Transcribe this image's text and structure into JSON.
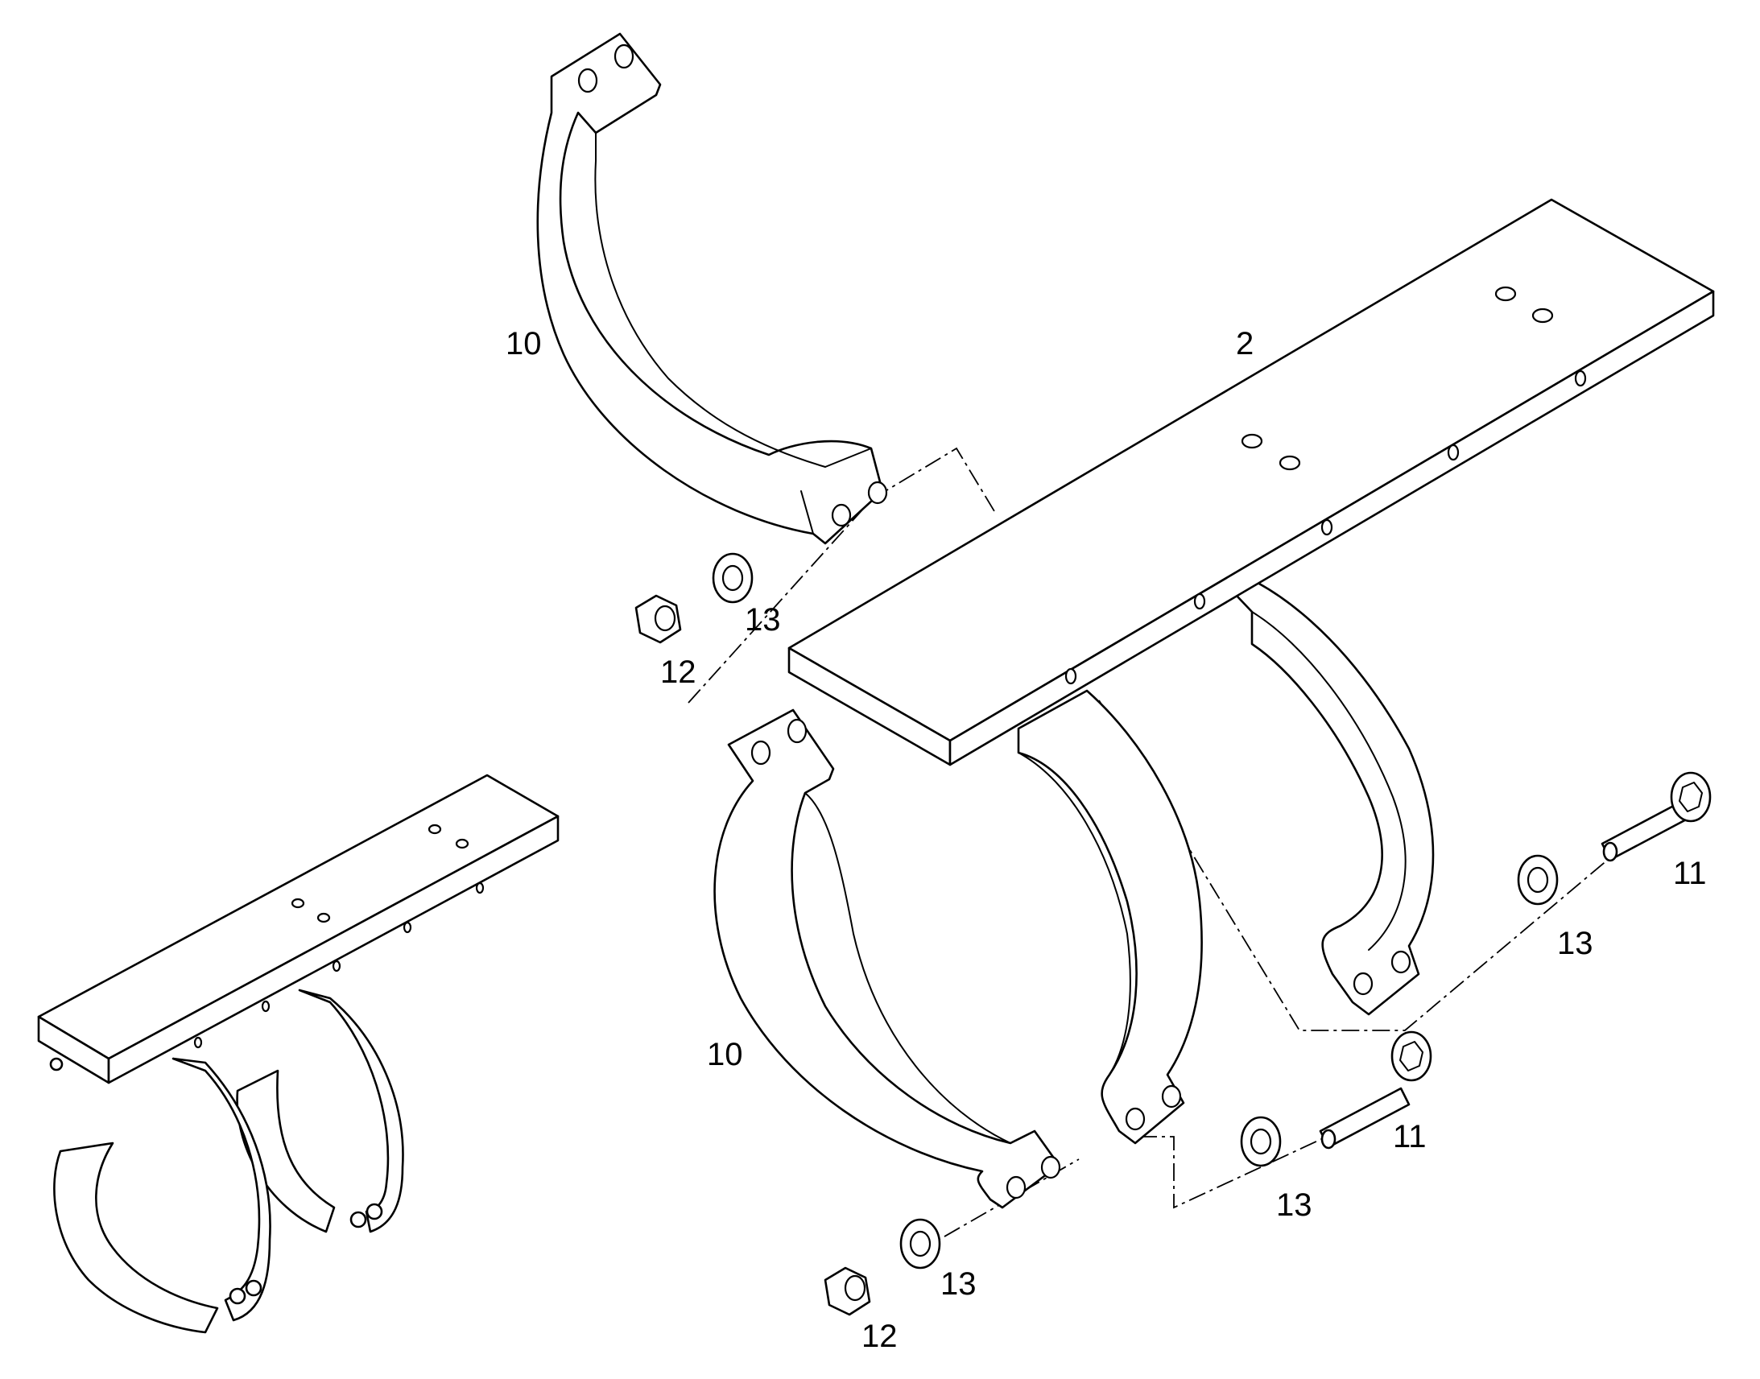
{
  "callouts": {
    "bracket_upper": "10",
    "mounting_plate": "2",
    "washer_upper": "13",
    "nut_upper": "12",
    "screw_right": "11",
    "washer_right": "13",
    "bracket_lower": "10",
    "screw_middle": "11",
    "washer_middle": "13",
    "washer_lower": "13",
    "nut_lower": "12"
  }
}
